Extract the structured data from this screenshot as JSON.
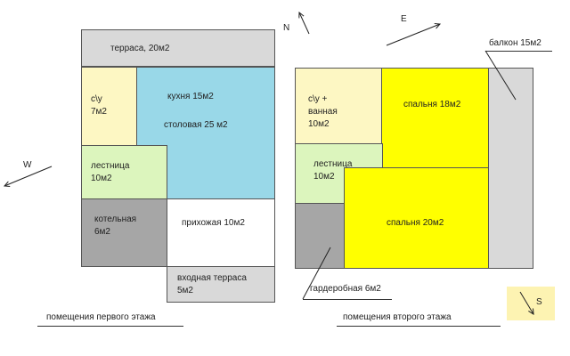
{
  "colors": {
    "terrace": "#d9d9d9",
    "wc": "#fdf7c3",
    "kitchen": "#99d8e8",
    "stairs": "#dcf5bd",
    "boiler": "#a6a6a6",
    "hall": "#ffffff",
    "bedroom": "#ffff00",
    "wardrobe": "#a6a6a6",
    "balcony": "#d9d9d9",
    "s_box": "#fdf3b2"
  },
  "floor1": {
    "terrace": "терраса, 20м2",
    "wc_1": "с\\у",
    "wc_2": "7м2",
    "kitchen_1": "кухня 15м2",
    "kitchen_2": "столовая 25 м2",
    "stairs_1": "лестница",
    "stairs_2": "10м2",
    "boiler_1": "котельная",
    "boiler_2": "6м2",
    "hall": "прихожая 10м2",
    "entry_1": "входная терраса",
    "entry_2": "5м2",
    "caption": "помещения первого этажа"
  },
  "floor2": {
    "wc_1": "с\\у +",
    "wc_2": "ванная",
    "wc_3": "10м2",
    "bedroom1": "спальня 18м2",
    "stairs_1": "лестница",
    "stairs_2": "10м2",
    "bedroom2": "спальня 20м2",
    "balcony": "балкон 15м2",
    "wardrobe": "гардеробная 6м2",
    "caption": "помещения второго этажа"
  },
  "compass": {
    "n": "N",
    "e": "E",
    "w": "W",
    "s": "S"
  }
}
